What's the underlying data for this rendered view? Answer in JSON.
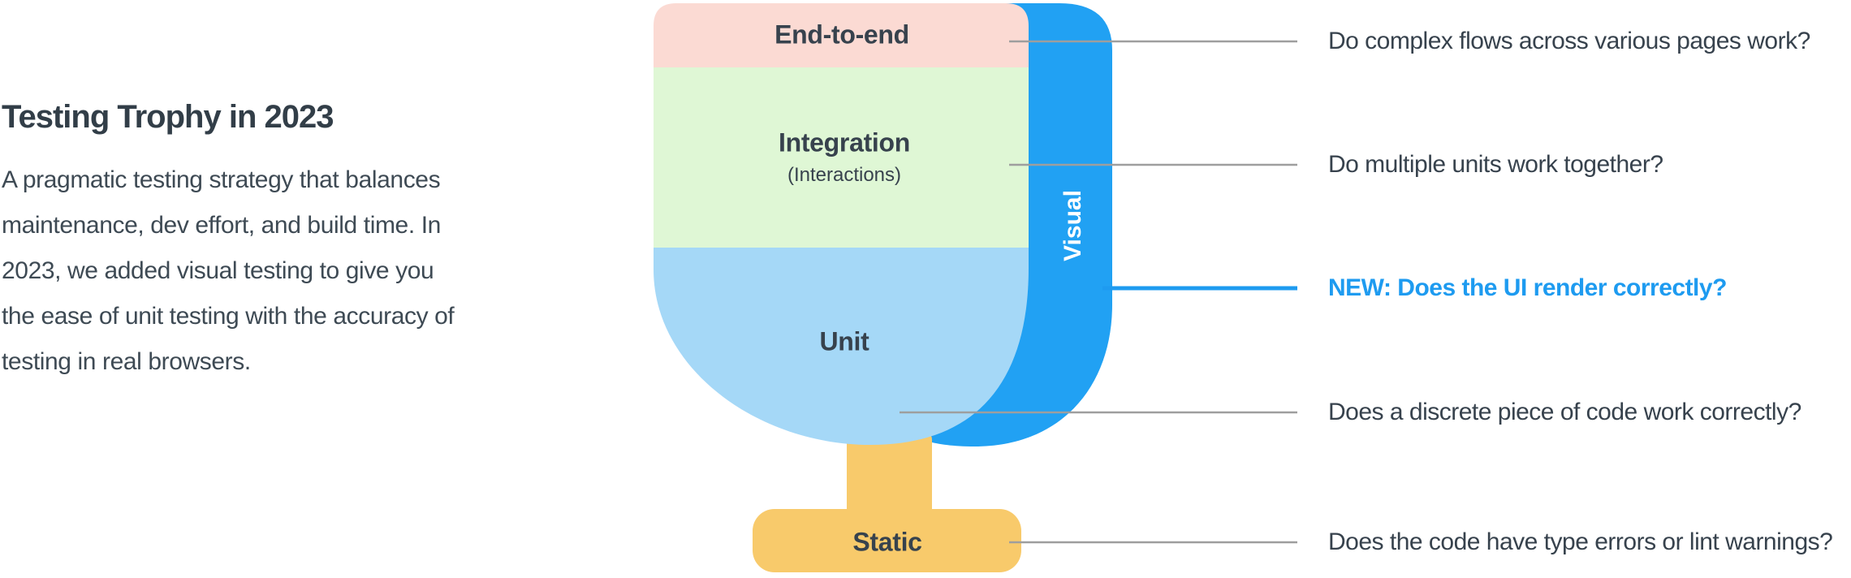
{
  "intro": {
    "title": "Testing Trophy in 2023",
    "paragraph_lines": [
      "A pragmatic testing strategy that balances",
      "maintenance, dev effort, and build time. In",
      "2023, we added visual testing to give you",
      "the ease of unit testing with the accuracy of",
      "testing in real browsers."
    ]
  },
  "trophy": {
    "layers": [
      {
        "label": "End-to-end",
        "color": "#FBDAD3"
      },
      {
        "label": "Integration",
        "sublabel": "(Interactions)",
        "color": "#DFF7D5"
      },
      {
        "label": "Unit",
        "color": "#A5D8F7"
      },
      {
        "label": "Static",
        "color": "#F8CA6B"
      }
    ],
    "band": {
      "label": "Visual",
      "color": "#21A1F3"
    }
  },
  "annotations": [
    {
      "text": "Do complex flows across various pages work?",
      "highlight": false
    },
    {
      "text": "Do multiple units work together?",
      "highlight": false
    },
    {
      "text": "NEW: Does the UI render correctly?",
      "highlight": true
    },
    {
      "text": "Does a discrete piece of code work correctly?",
      "highlight": false
    },
    {
      "text": "Does the code have type errors or lint warnings?",
      "highlight": false
    }
  ],
  "colors": {
    "accent_blue": "#1E9BF0",
    "band_blue": "#21A1F3",
    "connector_gray": "#9E9E9E",
    "text_dark": "#37424D",
    "text_body": "#3E4A54",
    "title": "#323E48",
    "background": "#FFFFFF"
  }
}
